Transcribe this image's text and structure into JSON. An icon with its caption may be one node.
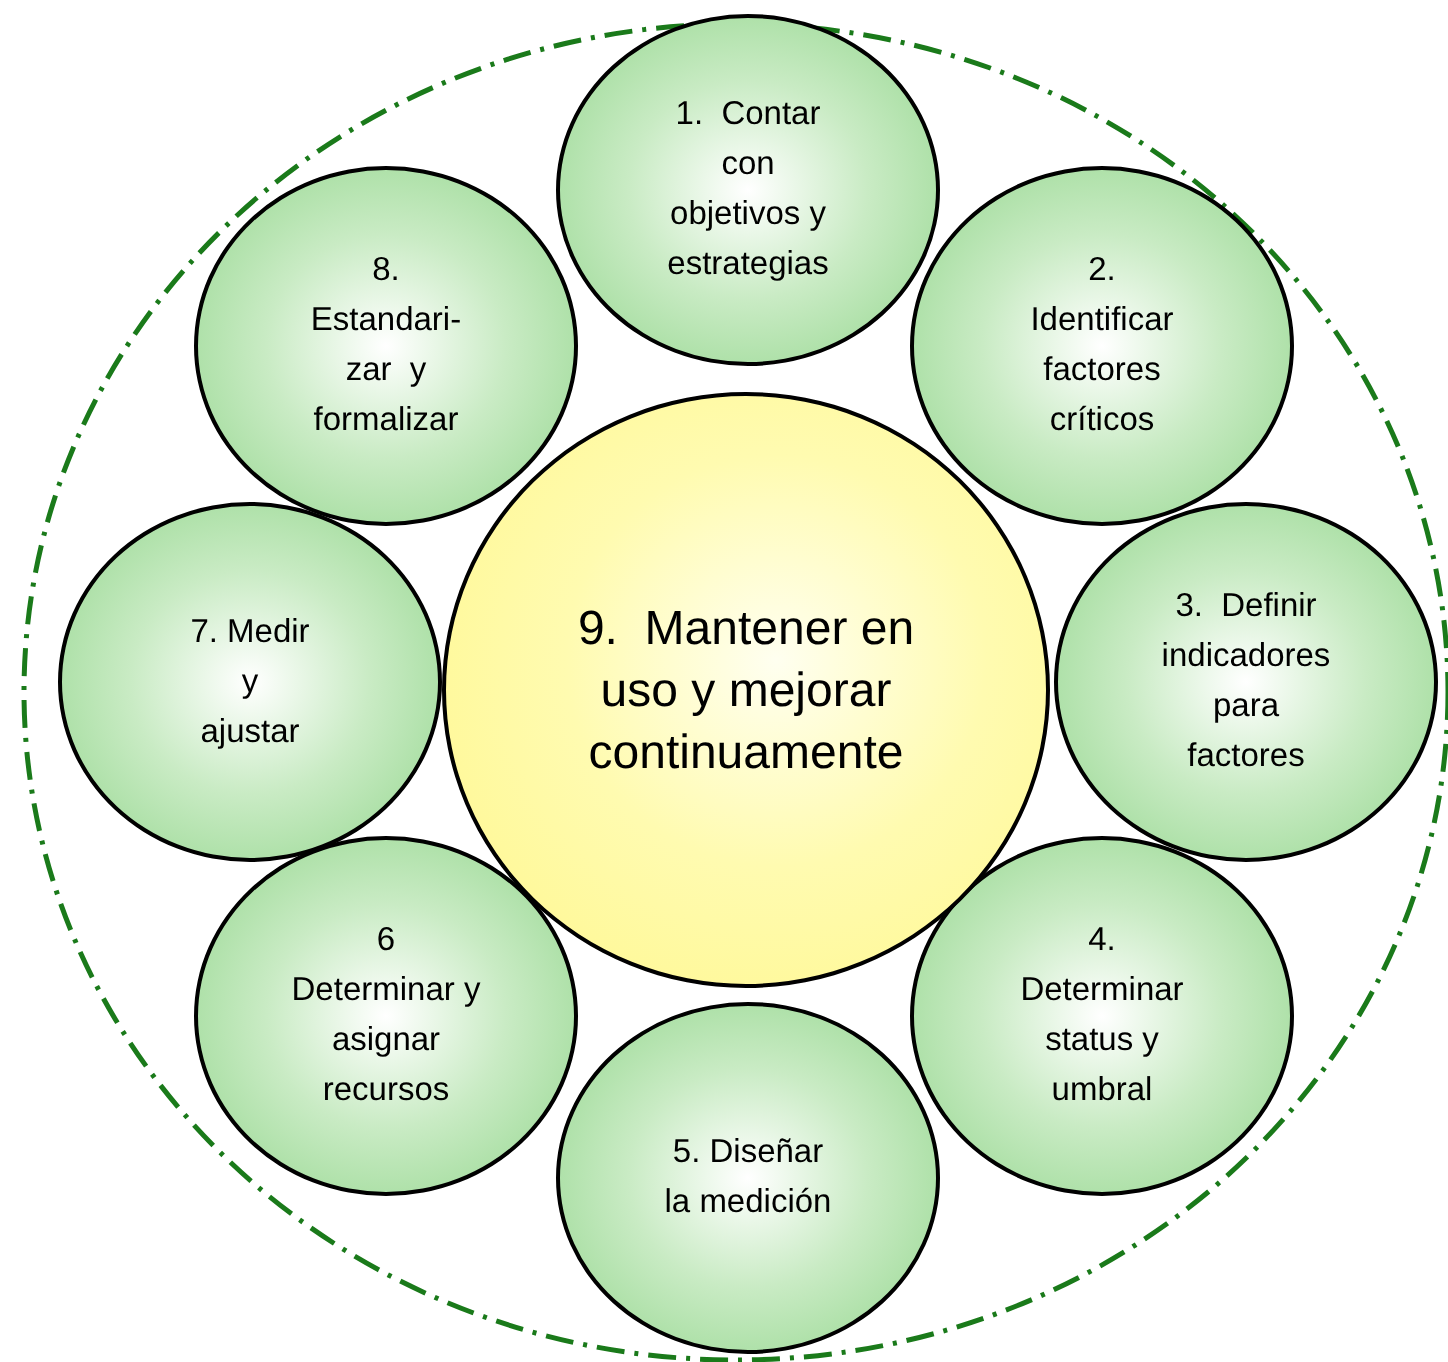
{
  "diagram": {
    "nodes": [
      {
        "text": [
          "1.  Contar con objetivos y estrategias"
        ]
      },
      {
        "text": [
          "2. Identificar factores críticos"
        ]
      },
      {
        "text": [
          "3.  Definir indicadores para factores"
        ]
      },
      {
        "text": [
          "4. Determinar status y umbral"
        ]
      },
      {
        "text": [
          "5. Diseñar la medición"
        ]
      },
      {
        "text": [
          "6 Determinar y asignar recursos"
        ]
      },
      {
        "text": [
          "7. Medir y ajustar"
        ]
      },
      {
        "text": [
          "8. Estandari- zar  y formalizar"
        ]
      },
      {
        "text": [
          "9.  Mantener en uso y mejorar continuamente"
        ]
      }
    ]
  }
}
